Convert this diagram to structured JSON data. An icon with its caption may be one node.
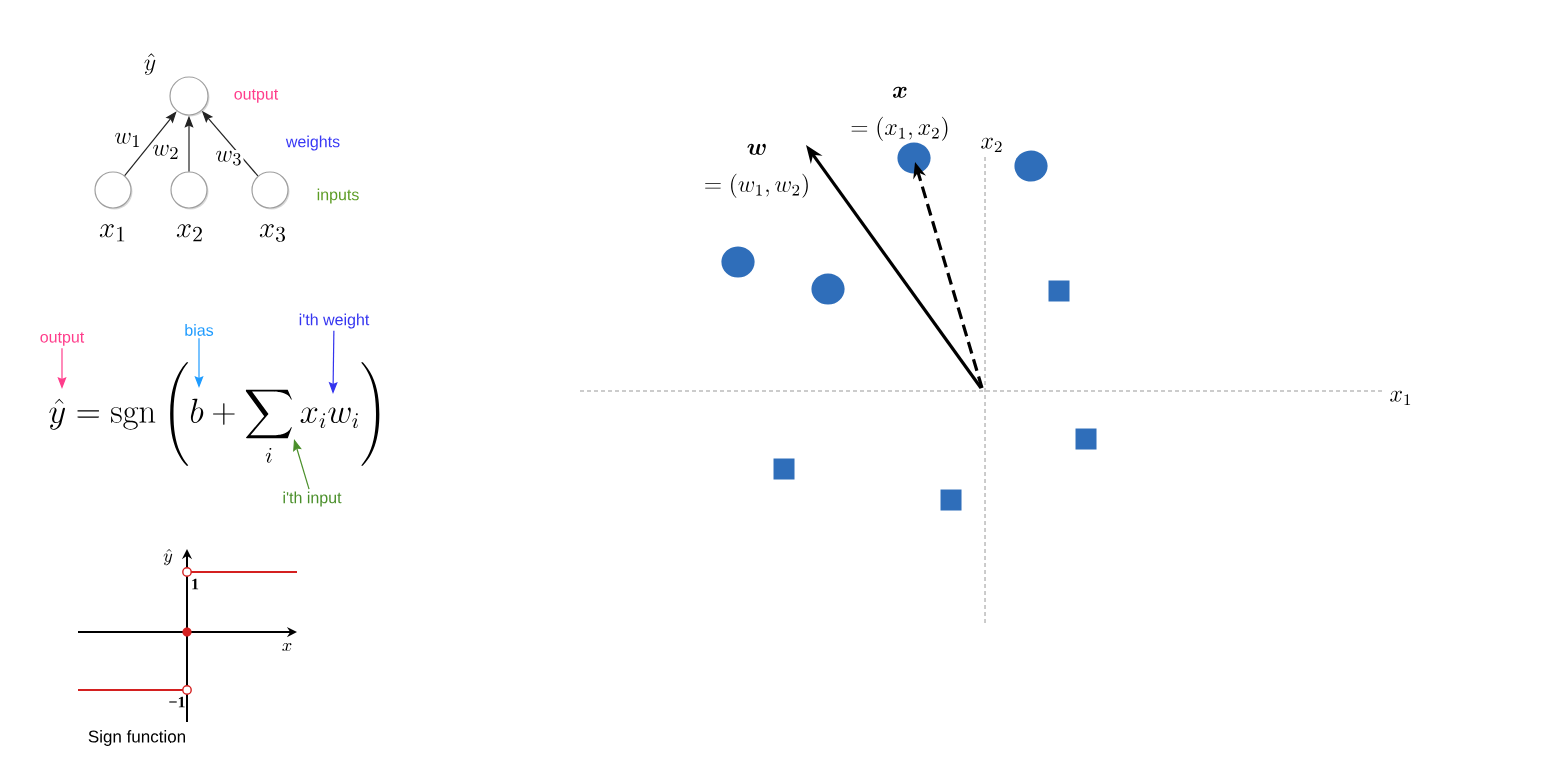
{
  "diagram": {
    "nodes": [
      {
        "text": [
          "\\hat{y}"
        ]
      },
      {
        "text": [
          "x_{1}"
        ]
      },
      {
        "text": [
          "x_{2}"
        ]
      },
      {
        "text": [
          "x_{3}"
        ]
      },
      {
        "text": [
          "output"
        ]
      },
      {
        "text": [
          "bias"
        ]
      },
      {
        "text": [
          "i'th weight"
        ]
      },
      {
        "text": [
          "\\hat{y} = \\mathrm{sgn}\\left(b + \\sum_{i} x_{i} w_{i}\\right)"
        ]
      },
      {
        "text": [
          "i'th input"
        ]
      }
    ],
    "edges": [
      {
        "from": 1,
        "to": 0,
        "arrow": "to",
        "label": "w_{1}"
      },
      {
        "from": 2,
        "to": 0,
        "arrow": "to",
        "label": "w_{2}"
      },
      {
        "from": 3,
        "to": 0,
        "arrow": "to",
        "label": "w_{3}"
      },
      {
        "from": 4,
        "to": 7,
        "arrow": "to",
        "color": "#ff3d8b"
      },
      {
        "from": 5,
        "to": 7,
        "arrow": "to",
        "color": "#1e9bff"
      },
      {
        "from": 6,
        "to": 7,
        "arrow": "to",
        "color": "#3333ee"
      },
      {
        "from": 8,
        "to": 7,
        "arrow": "to",
        "color": "#4a8f2a"
      }
    ],
    "labels": [
      "output",
      "weights",
      "inputs",
      "\\hat{y}",
      "1",
      "x",
      "−1",
      "Sign function",
      "\\begin{gathered}\\boldsymbol{x}\\\\ = (x_{1}, x_{2})\\end{gathered}",
      "x_{2}",
      "\\begin{gathered}\\boldsymbol{w}\\\\ = (w_{1}, w_{2})\\end{gathered}",
      "x_{1}"
    ]
  }
}
